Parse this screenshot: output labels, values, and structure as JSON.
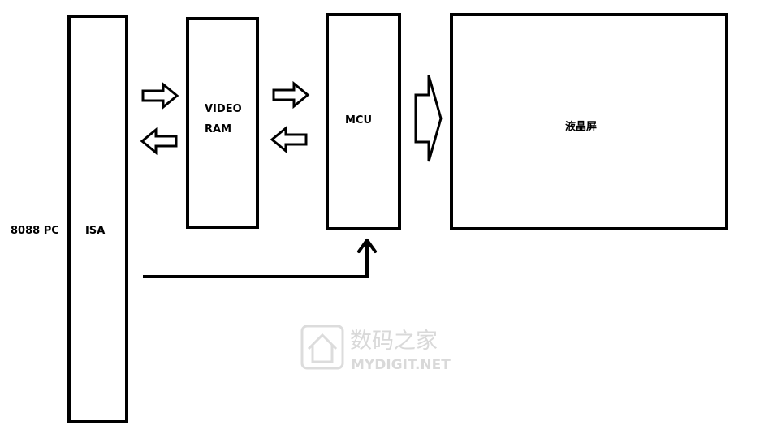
{
  "labels": {
    "pc": "8088 PC",
    "isa": "ISA",
    "video_ram_line1": "VIDEO",
    "video_ram_line2": "RAM",
    "mcu": "MCU",
    "lcd": "液晶屏"
  },
  "watermark": {
    "title": "数码之家",
    "url": "MYDIGIT.NET"
  },
  "colors": {
    "stroke": "#000000",
    "background": "#ffffff",
    "watermark": "#d9d9d9"
  }
}
